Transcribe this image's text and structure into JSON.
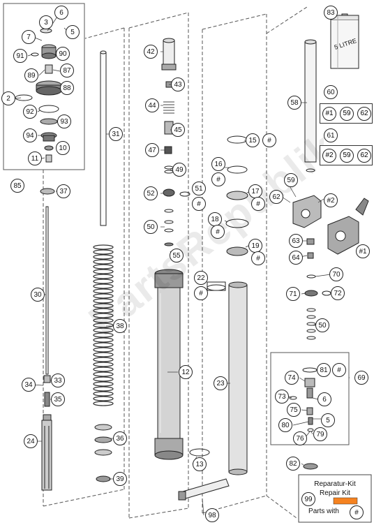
{
  "callouts": [
    {
      "id": "c3",
      "label": "3"
    },
    {
      "id": "c6a",
      "label": "6"
    },
    {
      "id": "c7",
      "label": "7"
    },
    {
      "id": "c5a",
      "label": "5"
    },
    {
      "id": "c91",
      "label": "91"
    },
    {
      "id": "c90",
      "label": "90"
    },
    {
      "id": "c89",
      "label": "89"
    },
    {
      "id": "c87",
      "label": "87"
    },
    {
      "id": "c88",
      "label": "88"
    },
    {
      "id": "c2",
      "label": "2"
    },
    {
      "id": "c92",
      "label": "92"
    },
    {
      "id": "c93",
      "label": "93"
    },
    {
      "id": "c94",
      "label": "94"
    },
    {
      "id": "c10",
      "label": "10"
    },
    {
      "id": "c11",
      "label": "11"
    },
    {
      "id": "c85",
      "label": "85"
    },
    {
      "id": "c37",
      "label": "37"
    },
    {
      "id": "c30",
      "label": "30"
    },
    {
      "id": "c34",
      "label": "34"
    },
    {
      "id": "c33",
      "label": "33"
    },
    {
      "id": "c35",
      "label": "35"
    },
    {
      "id": "c24",
      "label": "24"
    },
    {
      "id": "c31",
      "label": "31"
    },
    {
      "id": "c38",
      "label": "38"
    },
    {
      "id": "c36",
      "label": "36"
    },
    {
      "id": "c39",
      "label": "39"
    },
    {
      "id": "c42",
      "label": "42"
    },
    {
      "id": "c43",
      "label": "43"
    },
    {
      "id": "c44",
      "label": "44"
    },
    {
      "id": "c45",
      "label": "45"
    },
    {
      "id": "c47",
      "label": "47"
    },
    {
      "id": "c49",
      "label": "49"
    },
    {
      "id": "c52",
      "label": "52"
    },
    {
      "id": "c51",
      "label": "51"
    },
    {
      "id": "c51h",
      "label": "#"
    },
    {
      "id": "c50a",
      "label": "50"
    },
    {
      "id": "c55",
      "label": "55"
    },
    {
      "id": "c22",
      "label": "22"
    },
    {
      "id": "c22h",
      "label": "#"
    },
    {
      "id": "c12",
      "label": "12"
    },
    {
      "id": "c13",
      "label": "13"
    },
    {
      "id": "c23",
      "label": "23"
    },
    {
      "id": "c15",
      "label": "15"
    },
    {
      "id": "c15h",
      "label": "#"
    },
    {
      "id": "c16",
      "label": "16"
    },
    {
      "id": "c16h",
      "label": "#"
    },
    {
      "id": "c17",
      "label": "17"
    },
    {
      "id": "c17h",
      "label": "#"
    },
    {
      "id": "c18",
      "label": "18"
    },
    {
      "id": "c18h",
      "label": "#"
    },
    {
      "id": "c19",
      "label": "19"
    },
    {
      "id": "c19h",
      "label": "#"
    },
    {
      "id": "c58",
      "label": "58"
    },
    {
      "id": "c59",
      "label": "59"
    },
    {
      "id": "c62",
      "label": "62"
    },
    {
      "id": "c2h",
      "label": "#2"
    },
    {
      "id": "c1h",
      "label": "#1"
    },
    {
      "id": "c63",
      "label": "63"
    },
    {
      "id": "c64",
      "label": "64"
    },
    {
      "id": "c70",
      "label": "70"
    },
    {
      "id": "c71",
      "label": "71"
    },
    {
      "id": "c72",
      "label": "72"
    },
    {
      "id": "c50b",
      "label": "50"
    },
    {
      "id": "c81",
      "label": "81"
    },
    {
      "id": "c81h",
      "label": "#"
    },
    {
      "id": "c69",
      "label": "69"
    },
    {
      "id": "c74",
      "label": "74"
    },
    {
      "id": "c73",
      "label": "73"
    },
    {
      "id": "c6b",
      "label": "6"
    },
    {
      "id": "c75",
      "label": "75"
    },
    {
      "id": "c5b",
      "label": "5"
    },
    {
      "id": "c80",
      "label": "80"
    },
    {
      "id": "c76",
      "label": "76"
    },
    {
      "id": "c79",
      "label": "79"
    },
    {
      "id": "c82",
      "label": "82"
    },
    {
      "id": "c83",
      "label": "83"
    },
    {
      "id": "c60",
      "label": "60"
    },
    {
      "id": "c61",
      "label": "61"
    },
    {
      "id": "c98",
      "label": "98"
    },
    {
      "id": "c99",
      "label": "99"
    }
  ],
  "kits": {
    "kit1": [
      "#1",
      "59",
      "62"
    ],
    "kit2": [
      "#2",
      "59",
      "62"
    ]
  },
  "can_label": "5 LITRE",
  "repair_box": {
    "line1": "Reparatur-Kit",
    "line2": "Repair Kit",
    "line3": "Parts with",
    "hash": "#"
  },
  "watermark": "PartsRepublik"
}
